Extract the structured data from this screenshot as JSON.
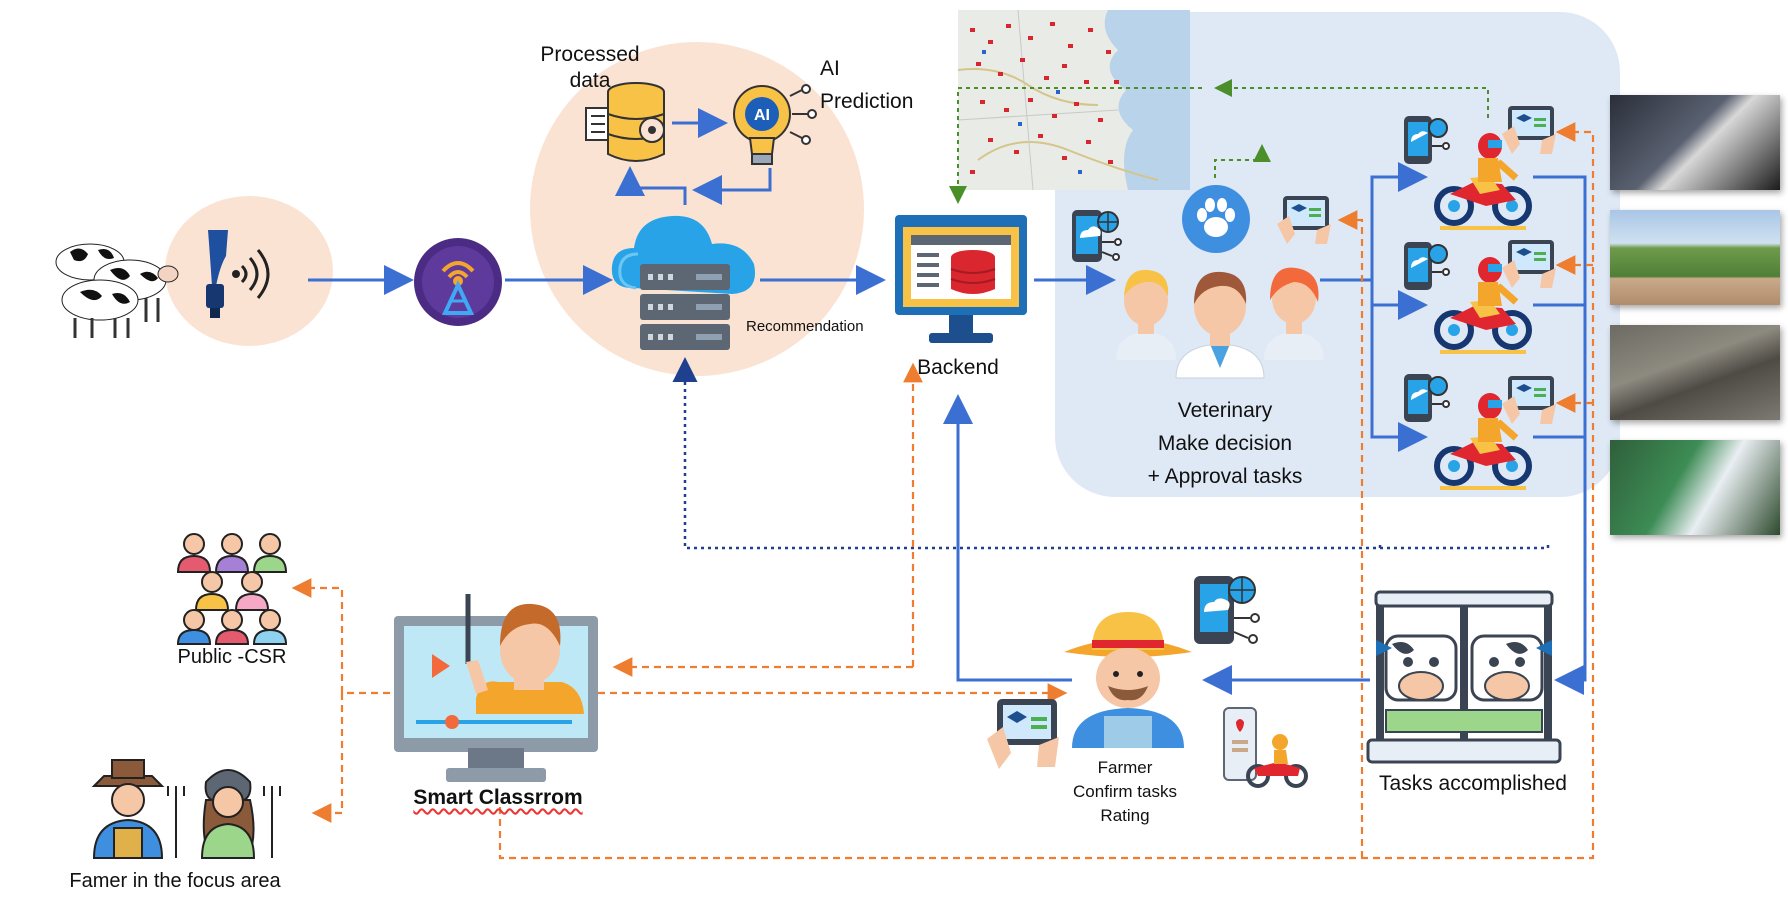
{
  "labels": {
    "processed_data": "Processed\ndata",
    "ai_prediction": "AI\nPrediction",
    "recommendation": "Recommendation",
    "backend": "Backend",
    "veterinary": "Veterinary\nMake decision\n+ Approval tasks",
    "public_csr": "Public -CSR",
    "famer_focus": "Famer in the focus area",
    "smart_classroom": "Smart Classrrom",
    "farmer": "Farmer\nConfirm tasks\nRating",
    "tasks_accomplished": "Tasks accomplished",
    "ai_badge": "AI"
  },
  "colors": {
    "flow_solid": "#3b6fd1",
    "flow_dotted_blue": "#1f3f8f",
    "flow_dashed_orange": "#ee7d2f",
    "flow_dashed_green": "#4a8f2a",
    "panel_bg": "#dfe9f6",
    "peach_bg": "#fbe3d3"
  }
}
